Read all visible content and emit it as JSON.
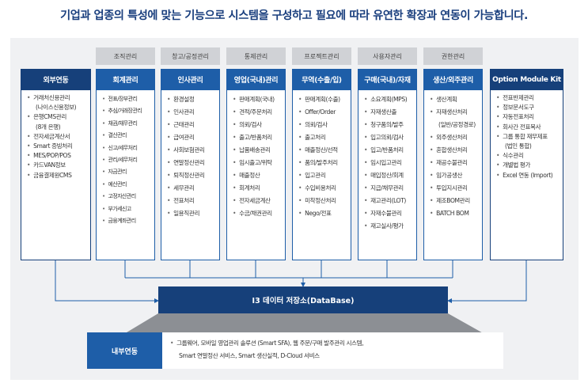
{
  "headline": "기업과 업종의 특성에 맞는 기능으로 시스템을 구성하고 필요에 따라 유연한 확장과 연동이 가능합니다.",
  "category_tabs": [
    "조직관리",
    "창고/공정관리",
    "통제관리",
    "프로젝트관리",
    "사용자관리",
    "권한관리"
  ],
  "external": {
    "title": "외부연동",
    "items": [
      "거래처신용관리|(나이스신용정보)",
      "은행CMS관리|(8개 은행)",
      "전자세금계산서",
      "Smart 증빙처리",
      "MES/POP/POS",
      "카드VAN정보",
      "금융결제원CMS"
    ]
  },
  "modules": [
    {
      "title": "회계관리",
      "items": [
        "전표/장부관리",
        "추심/거래장관리",
        "채권/채무관리",
        "결산관리",
        "신고/세무처리",
        "관리/세무처리",
        "자금관리",
        "예산관리",
        "고정자산관리",
        "부가세신고",
        "금융계좌관리"
      ]
    },
    {
      "title": "인사관리",
      "items": [
        "환경설정",
        "인사관리",
        "근태관리",
        "급여관리",
        "사회보험관리",
        "연말정산관리",
        "퇴직정산관리",
        "세무관리",
        "전표처리",
        "일용직관리"
      ]
    },
    {
      "title": "영업(국내)관리",
      "items": [
        "판매계획(국내)",
        "견적/주문처리",
        "의뢰/검사",
        "출고/반품처리",
        "납품배송관리",
        "임시출고/위탁",
        "매출정산",
        "회계처리",
        "전자세금계산",
        "수금/채권관리"
      ]
    },
    {
      "title": "무역(수출/입)",
      "items": [
        "판매계획(수출)",
        "Offer/Order",
        "의뢰/검사",
        "출고처리",
        "매출정산/선적",
        "품의/발주처리",
        "입고관리",
        "수입비용처리",
        "미착정산처리",
        "Nego/전표"
      ]
    },
    {
      "title": "구매(국내)/자재",
      "items": [
        "소요계획(MPS)",
        "자재생산출",
        "청구품의/발주",
        "입고의뢰/검사",
        "입고/반품처리",
        "임시입고관리",
        "매입정산/회계",
        "지급/채무관리",
        "재고관리(LOT)",
        "자재수불관리",
        "재고실사/평가"
      ]
    },
    {
      "title": "생산/외주관리",
      "items": [
        "생산계획",
        "자재생산처리|(일반/공정경로)",
        "외주생산처리",
        "혼합생산처리",
        "재공수불관리",
        "임가공생산",
        "투입지시관리",
        "제조BOM관리",
        "BATCH BOM"
      ]
    }
  ],
  "option_module": {
    "title": "Option Module Kit",
    "items": [
      "전표반제관리",
      "정보문서도구",
      "자동전표처리",
      "회사간 전표복사",
      "그룹 통합 재무제표|(법인 통합)",
      "식수관리",
      "개별법 평가",
      "Excel 연동 (Import)"
    ]
  },
  "database": {
    "label": "I3 데이터 저장소(DataBase)"
  },
  "internal": {
    "title": "내부연동",
    "lines": [
      "그룹웨어, 모바일 영업관리 솔루션 (Smart SFA), 웹 주문/구매 발주관리 시스템,",
      "Smart 연말정산 서비스, Smart 생산실적, D-Cloud 서비스"
    ]
  },
  "colors": {
    "headline": "#1a3f7e",
    "module_header": "#1e5ea8",
    "side_header": "#16407a",
    "database": "#16407a",
    "tab": "#d0d2d6",
    "panel": "#f0f1f3"
  }
}
